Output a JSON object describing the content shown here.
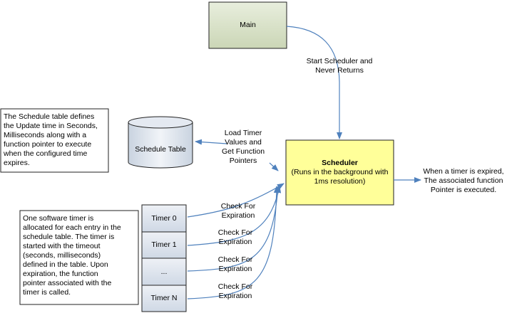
{
  "main": {
    "label": "Main"
  },
  "main_to_scheduler": {
    "label": "Start Scheduler and\nNever Returns"
  },
  "scheduler": {
    "title": "Scheduler",
    "subtitle": "(Runs in the background with\n1ms resolution)"
  },
  "schedule_table": {
    "label": "Schedule Table"
  },
  "load_timer": {
    "label": "Load Timer\nValues and\nGet Function\nPointers"
  },
  "schedule_note": {
    "text": "The Schedule table defines\nthe Update time in Seconds,\nMilliseconds along with a\nfunction pointer to execute\nwhen the configured time\nexpires."
  },
  "timer_note": {
    "text": "One software timer is\nallocated for each entry in the\nschedule table.  The timer is\nstarted with the timeout\n(seconds, milliseconds)\ndefined in the table.  Upon\nexpiration, the function\npointer associated with the\ntimer is called."
  },
  "expired_note": {
    "text": "When a timer is expired,\nThe associated function\nPointer is executed."
  },
  "timers": [
    {
      "label": "Timer 0"
    },
    {
      "label": "Timer 1"
    },
    {
      "label": "..."
    },
    {
      "label": "Timer N"
    }
  ],
  "checks": [
    {
      "label": "Check For\nExpiration"
    },
    {
      "label": "Check For\nExpiration"
    },
    {
      "label": "Check For\nExpiration"
    },
    {
      "label": "Check For\nExpiration"
    }
  ],
  "colors": {
    "main_fill": "#d9e4c8",
    "scheduler_fill": "#ffff99",
    "timer_fill": "#dde4ee",
    "cylinder_fill": "#dde4ee",
    "arrow": "#4f81bd",
    "border": "#222222"
  }
}
